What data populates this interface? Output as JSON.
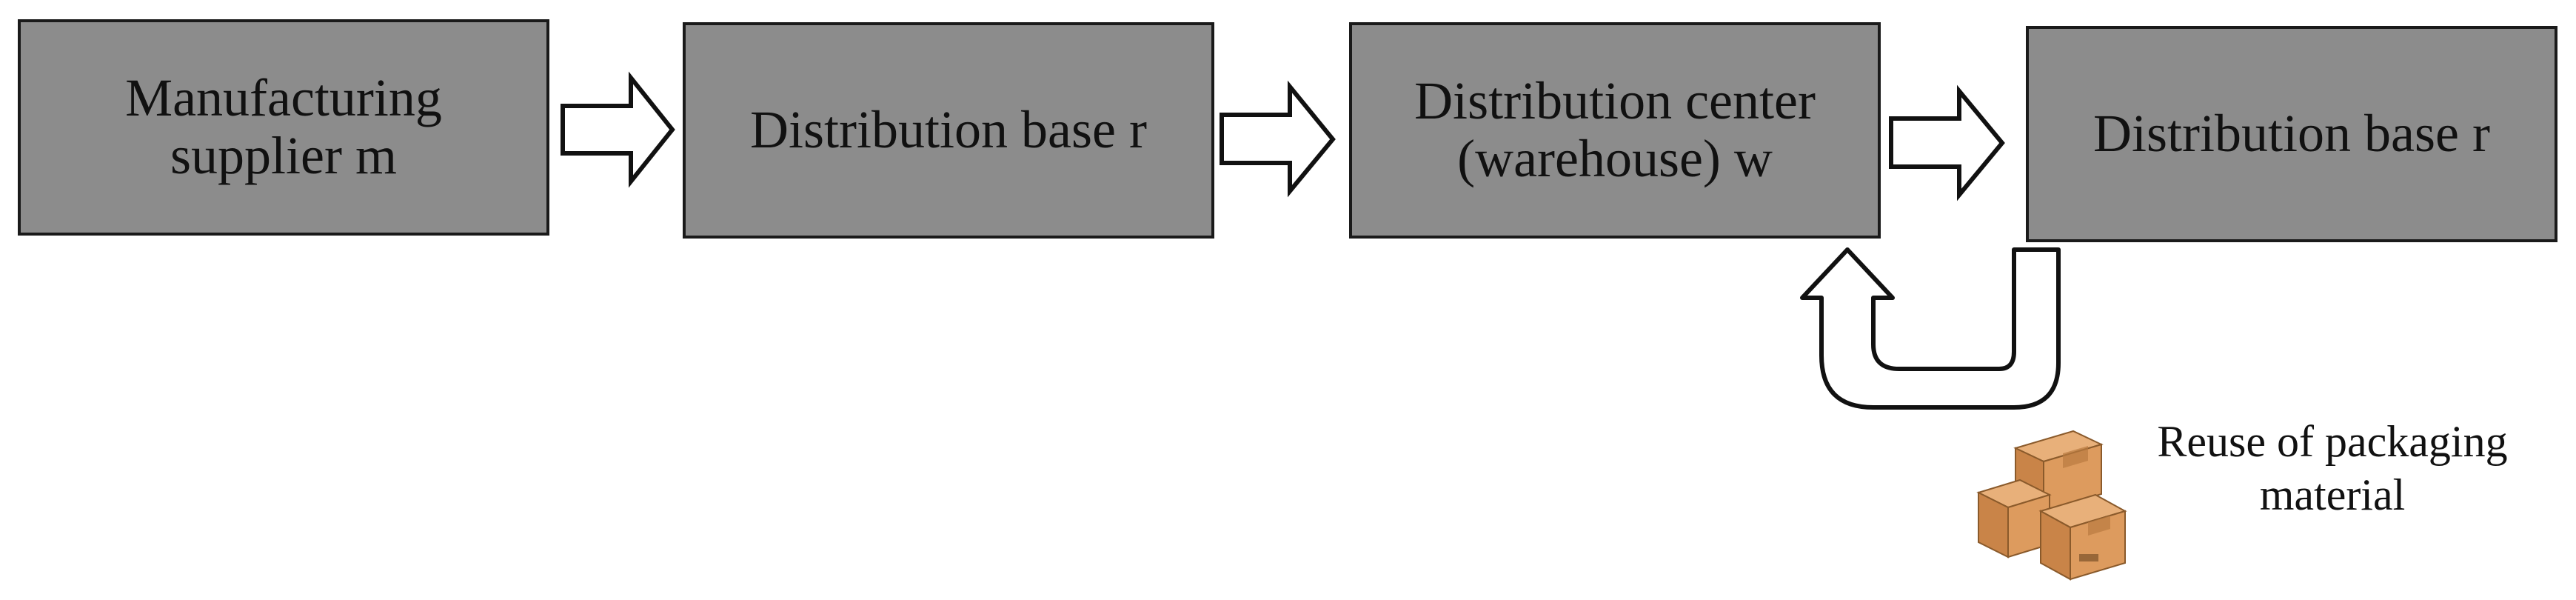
{
  "diagram": {
    "nodes": [
      {
        "id": "manufacturing-supplier",
        "label": "Manufacturing\nsupplier m"
      },
      {
        "id": "distribution-base-1",
        "label": "Distribution base r"
      },
      {
        "id": "distribution-center",
        "label": "Distribution center\n(warehouse) w"
      },
      {
        "id": "distribution-base-2",
        "label": "Distribution base r"
      }
    ],
    "edges": [
      {
        "from": "manufacturing-supplier",
        "to": "distribution-base-1"
      },
      {
        "from": "distribution-base-1",
        "to": "distribution-center"
      },
      {
        "from": "distribution-center",
        "to": "distribution-base-2"
      },
      {
        "from": "distribution-base-2",
        "to": "distribution-center"
      }
    ],
    "return_loop_caption": "Reuse of packaging\nmaterial",
    "icon": "cardboard-boxes-icon",
    "colors": {
      "box_fill": "#8c8c8c",
      "box_border": "#1a1a1a",
      "cardboard": "#d99a5b"
    }
  }
}
